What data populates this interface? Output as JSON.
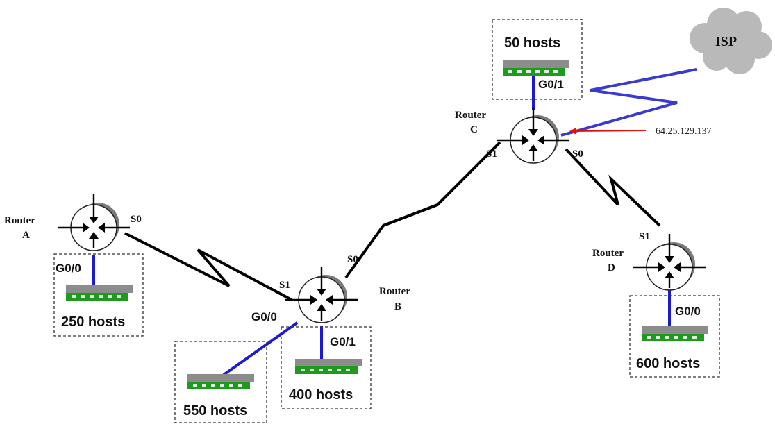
{
  "routers": {
    "a": {
      "label_line1": "Router",
      "label_line2": "A"
    },
    "b": {
      "label_line1": "Router",
      "label_line2": "B"
    },
    "c": {
      "label_line1": "Router",
      "label_line2": "C"
    },
    "d": {
      "label_line1": "Router",
      "label_line2": "D"
    }
  },
  "interfaces": {
    "a_s0": "S0",
    "a_g00": "G0/0",
    "b_s1": "S1",
    "b_s0": "S0",
    "b_g00": "G0/0",
    "b_g01": "G0/1",
    "c_s1": "S1",
    "c_s0": "S0",
    "c_g01": "G0/1",
    "d_s1": "S1",
    "d_g00": "G0/0"
  },
  "lans": {
    "a": "250 hosts",
    "b_g00": "550 hosts",
    "b_g01": "400 hosts",
    "c": "50 hosts",
    "d": "600 hosts"
  },
  "isp": {
    "label": "ISP",
    "ip_address": "64.25.129.137"
  },
  "colors": {
    "serial_link": "#000000",
    "lan_link": "#1a1ad6",
    "isp_link": "#3a3acf",
    "pointer_arrow": "#e01010",
    "switch_body": "#8c8c8c",
    "switch_ports": "#1f9a1f",
    "cloud": "#b9b9b9"
  }
}
